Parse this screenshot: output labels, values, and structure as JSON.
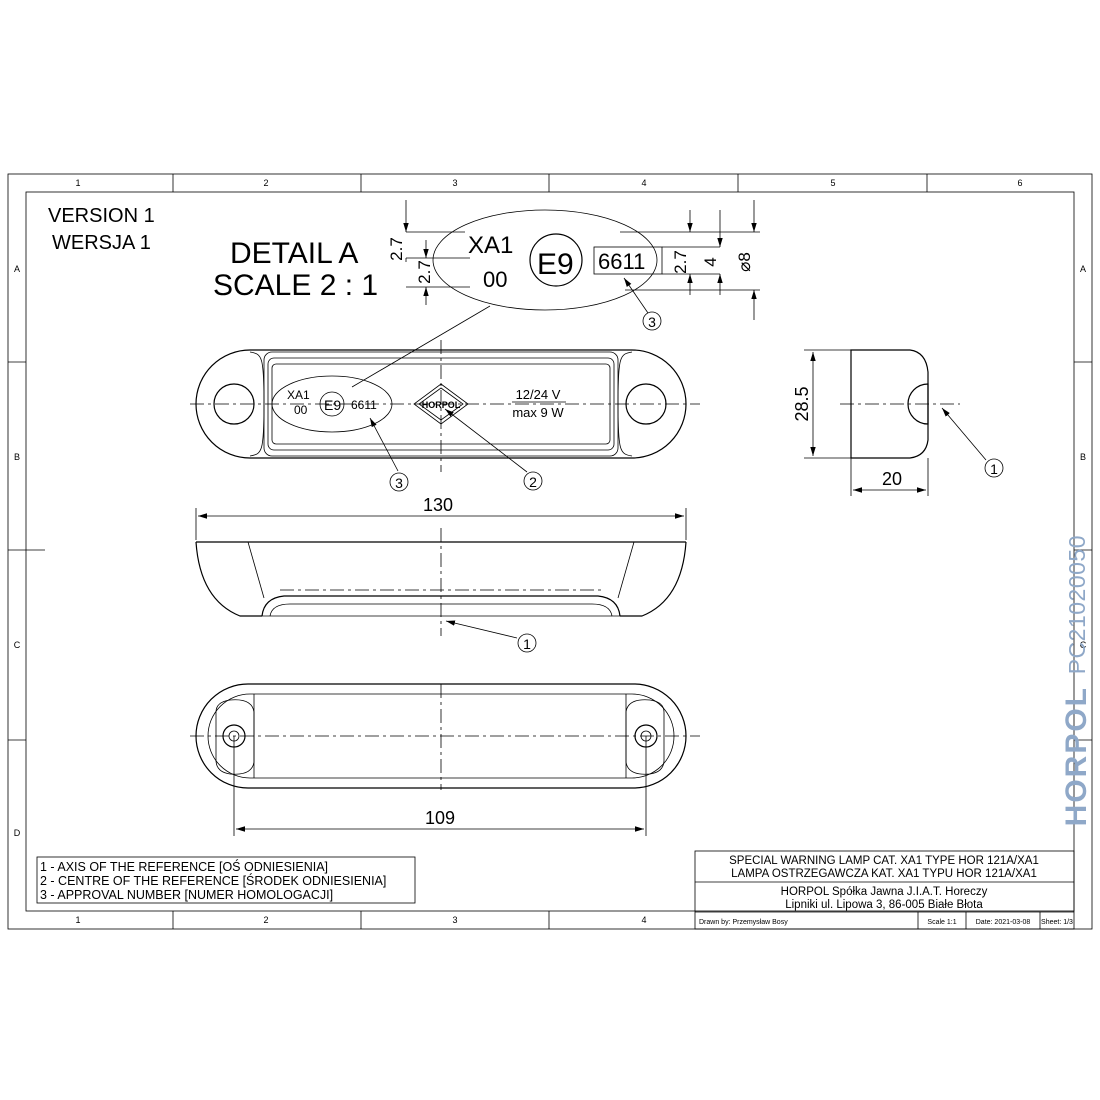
{
  "grid": {
    "columns": [
      "1",
      "2",
      "3",
      "4",
      "5",
      "6"
    ],
    "bottom_columns": [
      "1",
      "2",
      "3",
      "4"
    ],
    "rows": [
      "A",
      "B",
      "C",
      "D"
    ]
  },
  "version": {
    "line1": "VERSION 1",
    "line2": "WERSJA 1"
  },
  "detail": {
    "title": "DETAIL A",
    "scale": "SCALE 2 : 1",
    "mark_class": "XA1",
    "mark_code": "00",
    "e_mark": "E9",
    "approval": "6611",
    "dims": {
      "upper": "2.7",
      "lower": "2.7",
      "right_gap": "2.7",
      "height": "4",
      "diameter": "⌀8"
    }
  },
  "top_view": {
    "mark_class": "XA1",
    "mark_code": "00",
    "e_mark": "E9",
    "approval": "6611",
    "logo": "HORPOL",
    "voltage": "12/24 V",
    "power": "max 9 W"
  },
  "side_view": {
    "height_dim": "28.5",
    "width_dim": "20"
  },
  "front_view": {
    "length_dim": "130"
  },
  "bottom_view": {
    "hole_spacing_dim": "109"
  },
  "callouts": [
    "1",
    "2",
    "3"
  ],
  "legend": [
    "1 - AXIS OF THE REFERENCE [OŚ ODNIESIENIA]",
    "2 - CENTRE OF THE REFERENCE [ŚRODEK ODNIESIENIA]",
    "3 - APPROVAL NUMBER [NUMER HOMOLOGACJI]"
  ],
  "title_block": {
    "title_en": "SPECIAL WARNING LAMP CAT. XA1 TYPE HOR 121A/XA1",
    "title_pl": "LAMPA OSTRZEGAWCZA KAT. XA1 TYPU HOR 121A/XA1",
    "company": "HORPOL Spółka Jawna   J.I.A.T. Horeczy",
    "address": "Lipniki ul. Lipowa 3, 86-005 Białe Błota",
    "drawn_by": "Drawn by:  Przemysław Bosy",
    "scale": "Scale  1:1",
    "date": "Date: 2021-03-08",
    "sheet": "Sheet: 1/3"
  },
  "side_code": "PC21020050",
  "brand": "HORPOL"
}
